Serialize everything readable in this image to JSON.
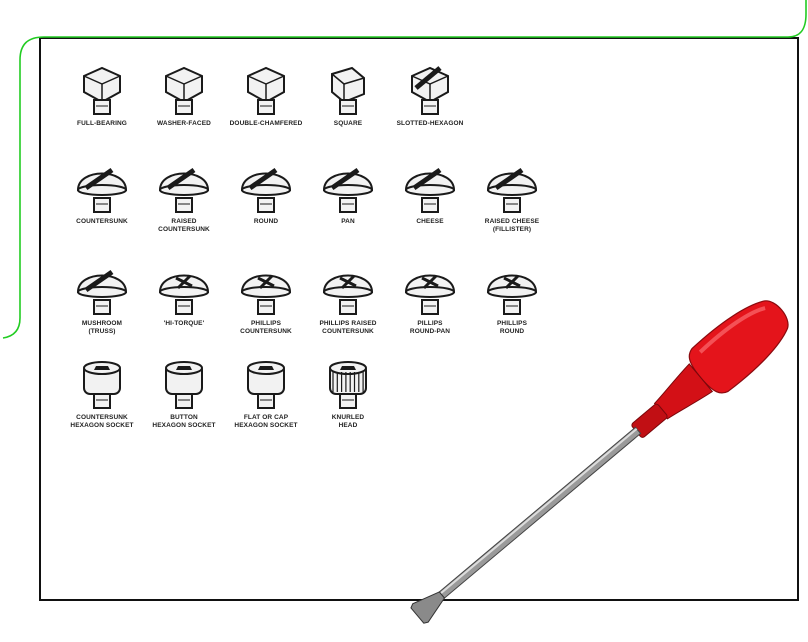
{
  "diagram": {
    "rows": [
      [
        {
          "label": "FULL-BEARING",
          "head": "hex"
        },
        {
          "label": "WASHER-FACED",
          "head": "hex"
        },
        {
          "label": "DOUBLE-CHAMFERED",
          "head": "hex"
        },
        {
          "label": "SQUARE",
          "head": "square"
        },
        {
          "label": "SLOTTED-HEXAGON",
          "head": "slotted-hex"
        }
      ],
      [
        {
          "label": "COUNTERSUNK",
          "head": "countersunk-slot"
        },
        {
          "label": "RAISED\nCOUNTERSUNK",
          "head": "raised-slot"
        },
        {
          "label": "ROUND",
          "head": "round-slot"
        },
        {
          "label": "PAN",
          "head": "pan-slot"
        },
        {
          "label": "CHEESE",
          "head": "cheese-slot"
        },
        {
          "label": "RAISED CHEESE\n(FILLISTER)",
          "head": "fillister-slot"
        }
      ],
      [
        {
          "label": "MUSHROOM\n(TRUSS)",
          "head": "mushroom-slot"
        },
        {
          "label": "'HI-TORQUE'",
          "head": "hi-torque"
        },
        {
          "label": "PHILLIPS\nCOUNTERSUNK",
          "head": "phillips-countersunk"
        },
        {
          "label": "PHILLIPS RAISED\nCOUNTERSUNK",
          "head": "phillips-raised"
        },
        {
          "label": "PILLIPS\nROUND-PAN",
          "head": "phillips-pan"
        },
        {
          "label": "PHILLIPS\nROUND",
          "head": "phillips-round"
        }
      ],
      [
        {
          "label": "COUNTERSUNK\nHEXAGON SOCKET",
          "head": "socket-countersunk"
        },
        {
          "label": "BUTTON\nHEXAGON SOCKET",
          "head": "socket-button"
        },
        {
          "label": "FLAT OR CAP\nHEXAGON SOCKET",
          "head": "socket-cap"
        },
        {
          "label": "KNURLED\nHEAD",
          "head": "knurled"
        }
      ]
    ]
  },
  "colors": {
    "frame": "#111111",
    "connector": "#22cc22",
    "screwdriver_handle": "#e4141b",
    "screwdriver_shaft": "#9a9a9a",
    "screw_fill": "#f2f2f2",
    "screw_ink": "#1a1a1a"
  }
}
